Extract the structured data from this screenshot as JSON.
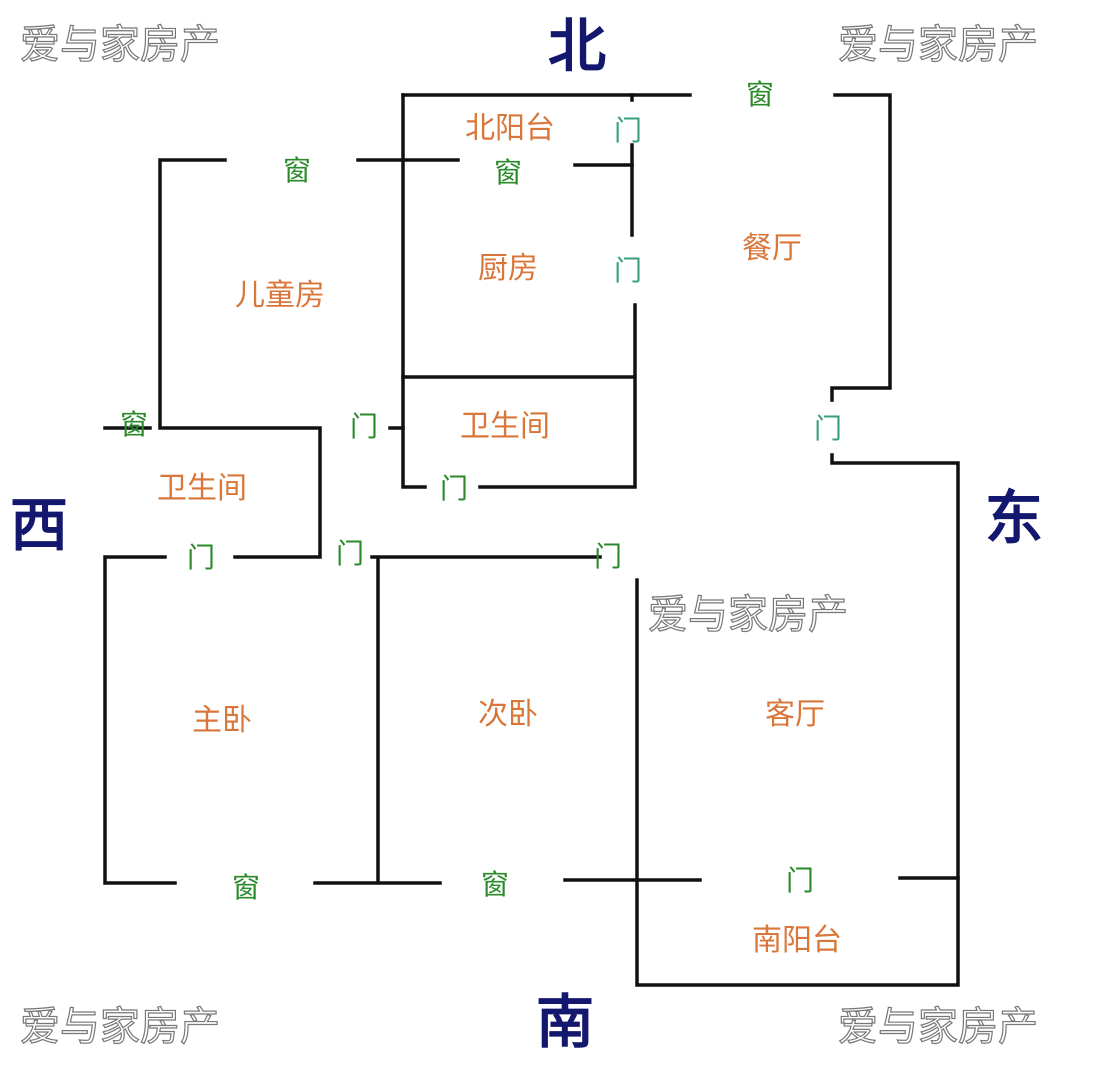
{
  "watermark": "爱与家房产",
  "directions": {
    "north": "北",
    "south": "南",
    "east": "东",
    "west": "西"
  },
  "rooms": {
    "north_balcony": "北阳台",
    "kitchen": "厨房",
    "dining": "餐厅",
    "kids_room": "儿童房",
    "bathroom_center": "卫生间",
    "bathroom_west": "卫生间",
    "master_bedroom": "主卧",
    "second_bedroom": "次卧",
    "living_room": "客厅",
    "south_balcony": "南阳台"
  },
  "labels": {
    "window": "窗",
    "door": "门"
  },
  "colors": {
    "room": "#d9763a",
    "opening": "#2a8a2a",
    "direction": "#14176e",
    "wall": "#111111"
  }
}
